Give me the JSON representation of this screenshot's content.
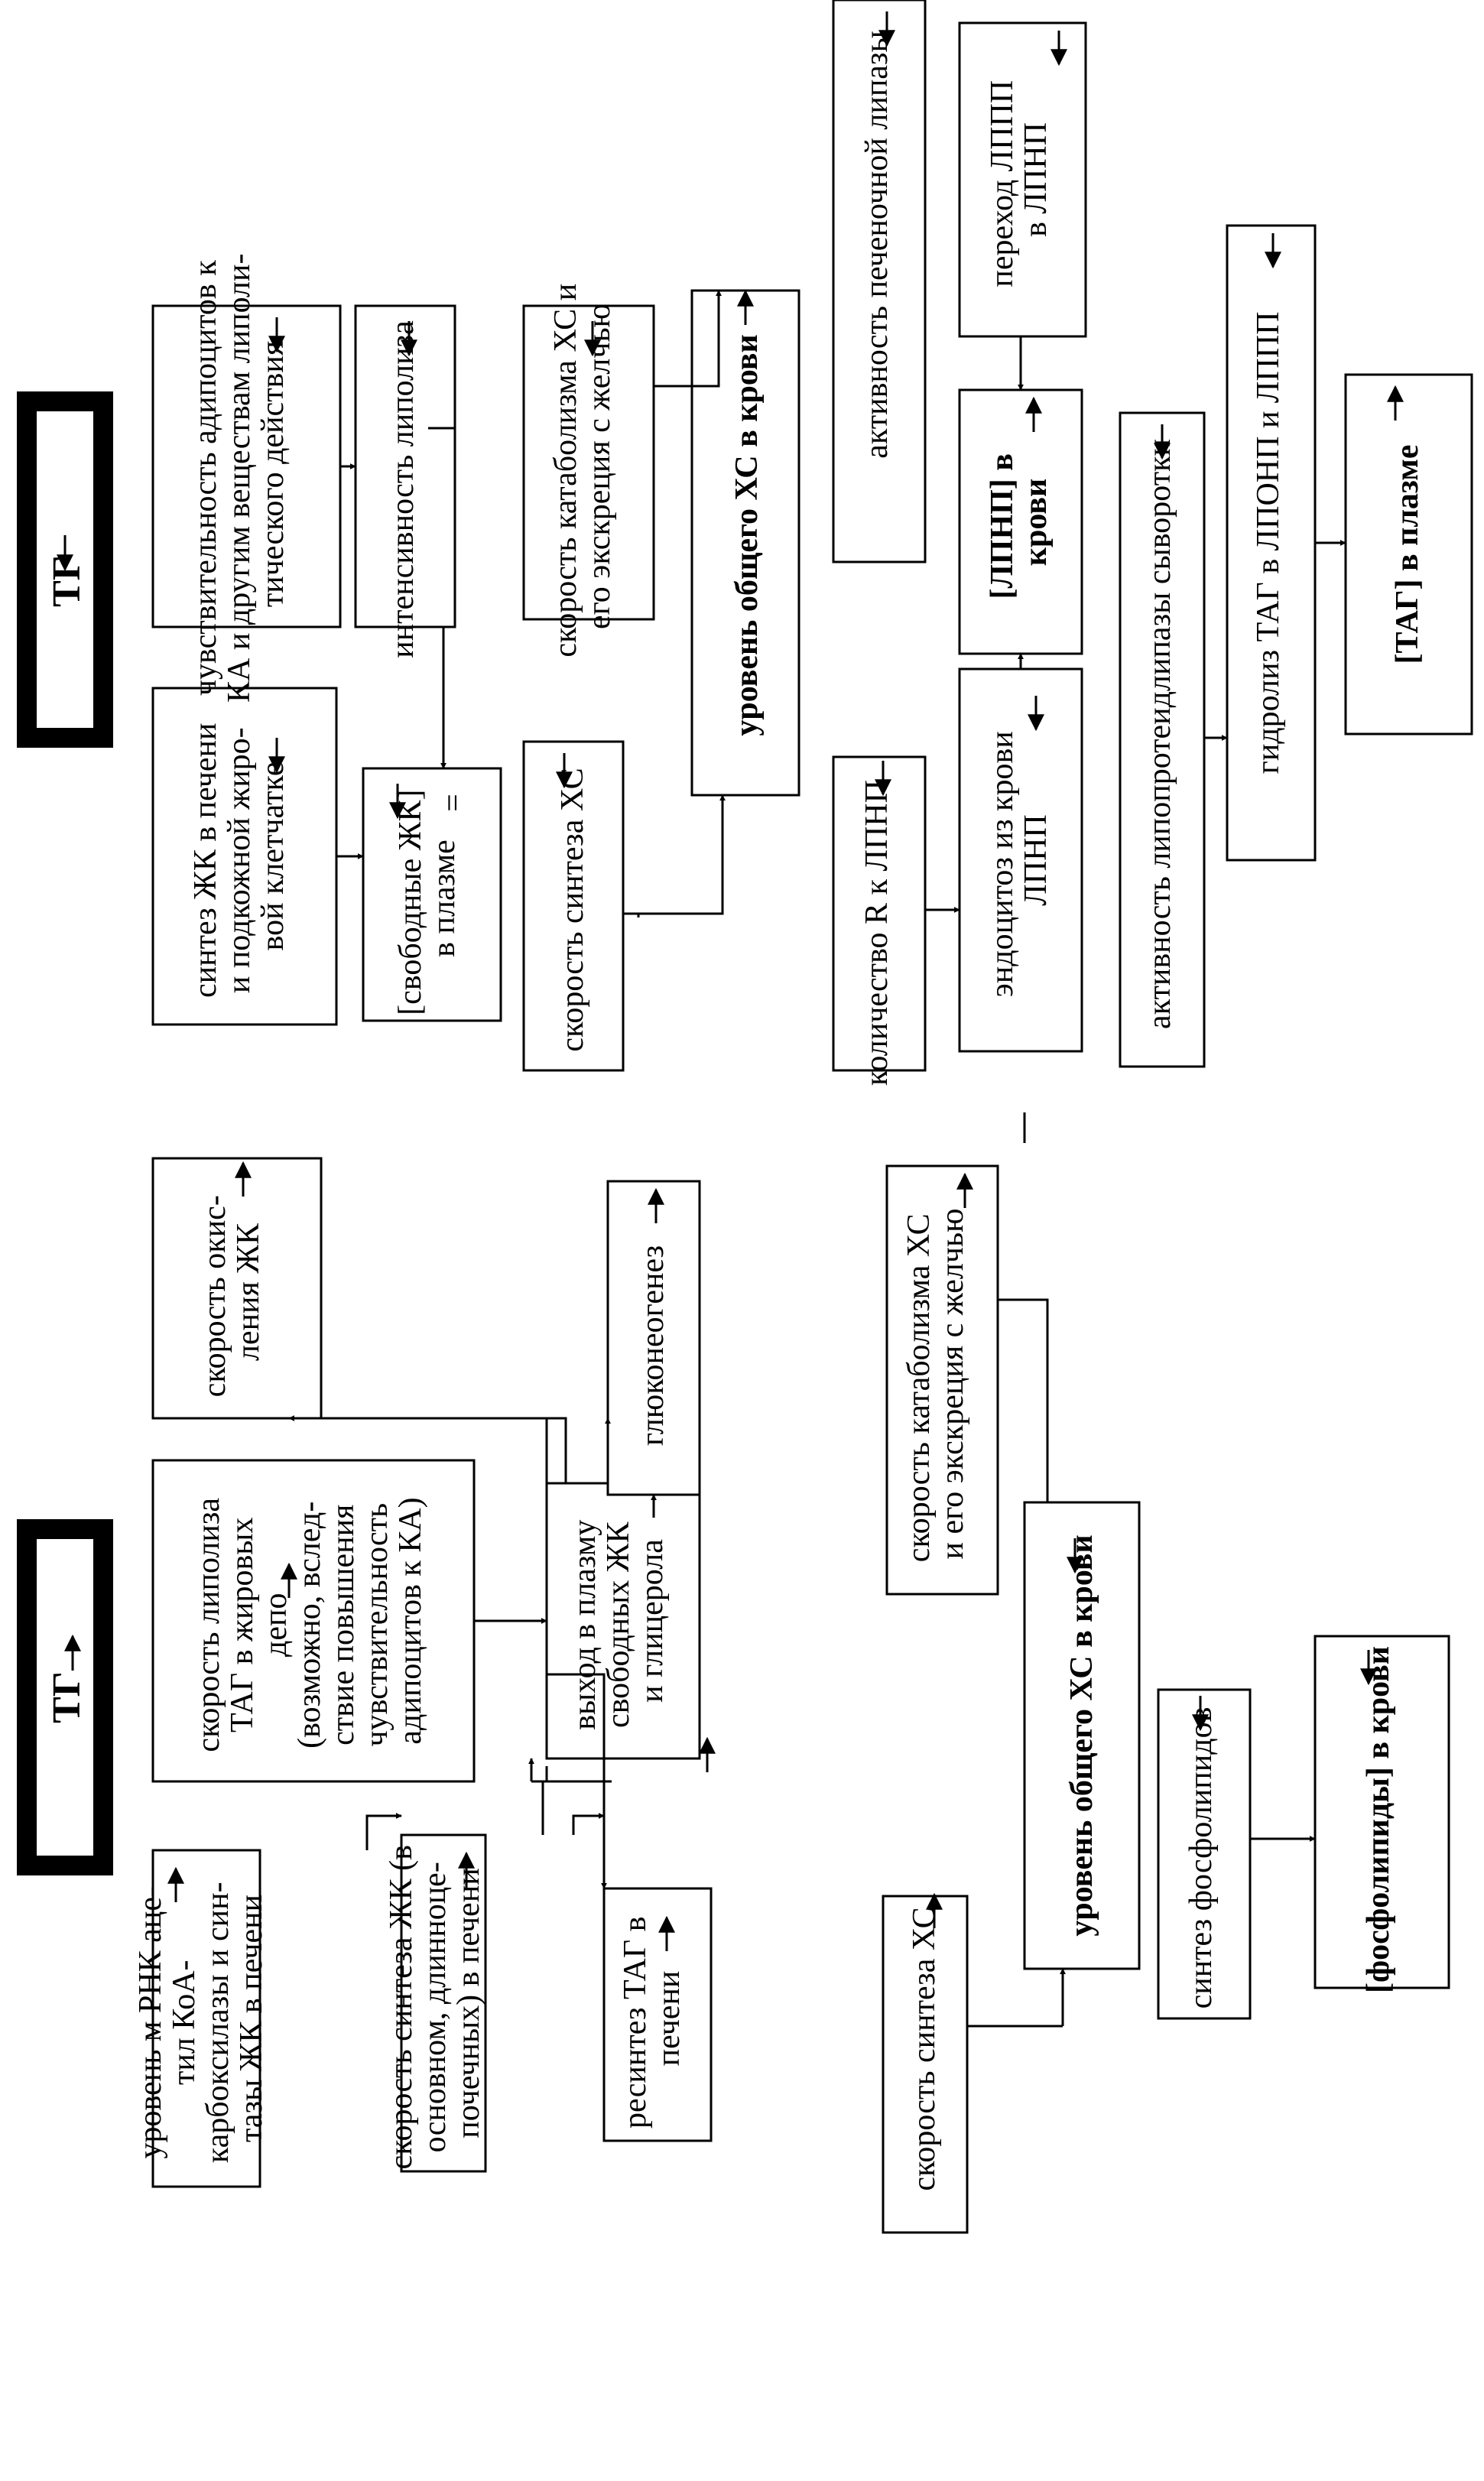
{
  "titles": {
    "left": "ТГ",
    "right": "ТГ"
  },
  "left": {
    "mrna": [
      "уровень м РНК аце-",
      "тил КоА-",
      "карбоксилазы и син-",
      "тазы ЖК в печени"
    ],
    "fa_synthesis": [
      "скорость синтеза ЖК (в",
      "основном, длинноце-",
      "почечных) в печени"
    ],
    "resynthesis": [
      "ресинтез ТАГ в",
      "печени"
    ],
    "lipolysis": [
      "скорость липолиза",
      "ТАГ в жировых",
      "депо",
      "(возможно, вслед-",
      "ствие повышения",
      "чувствительность",
      "адипоцитов к КА)"
    ],
    "release": [
      "выход в плазму",
      "свободных ЖК",
      "и глицерола"
    ],
    "oxidation": [
      "скорость окис-",
      "ления ЖК"
    ],
    "gluconeogenesis": [
      "глюконеогенез"
    ],
    "chol_synthesis": [
      "скорость синтеза ХС"
    ],
    "chol_catabolism": [
      "скорость катаболизма ХС",
      "и его экскреция с желчью"
    ],
    "chol_level": [
      "уровень общего ХС в крови"
    ],
    "pl_synthesis": [
      "синтез фосфолипидов"
    ],
    "pl_level": [
      "[фосфолипиды] в крови"
    ]
  },
  "right": {
    "fa_synthesis": [
      "синтез ЖК в печени",
      "и подкожной жиро-",
      "вой клетчатке"
    ],
    "free_fa": [
      "[свободные ЖК]",
      "в плазме"
    ],
    "free_fa_eq": "=",
    "sensitivity": [
      "чувствительность адипоцитов к",
      "КА и другим веществам липоли-",
      "тического действия"
    ],
    "lipolysis_intensity": [
      "интенсивность липолиза"
    ],
    "chol_synthesis": [
      "скорость синтеза ХС"
    ],
    "chol_catabolism": [
      "скорость катаболизма ХС и",
      "его экскреция с желчью"
    ],
    "chol_level": [
      "уровень общего ХС в крови"
    ],
    "r_count": [
      "количество R к ЛПНП"
    ],
    "hepatic_lipase": [
      "активность печеночной липазы"
    ],
    "endocytosis": [
      "эндоцитоз из крови",
      "ЛПНП"
    ],
    "ldl": [
      "[ЛПНП] в",
      "крови"
    ],
    "transition": [
      "переход ЛППП",
      "в ЛПНП"
    ],
    "lpl_activity": [
      "активность липопротеидлипазы сыворотки"
    ],
    "hydrolysis": [
      "гидролиз ТАГ в ЛПОНП и ЛППП"
    ],
    "tag": [
      "[ТАГ] в плазме"
    ]
  },
  "colors": {
    "ink": "#000000",
    "background": "#ffffff"
  },
  "direction_icons": [
    "arrow-up-icon",
    "arrow-down-icon"
  ]
}
